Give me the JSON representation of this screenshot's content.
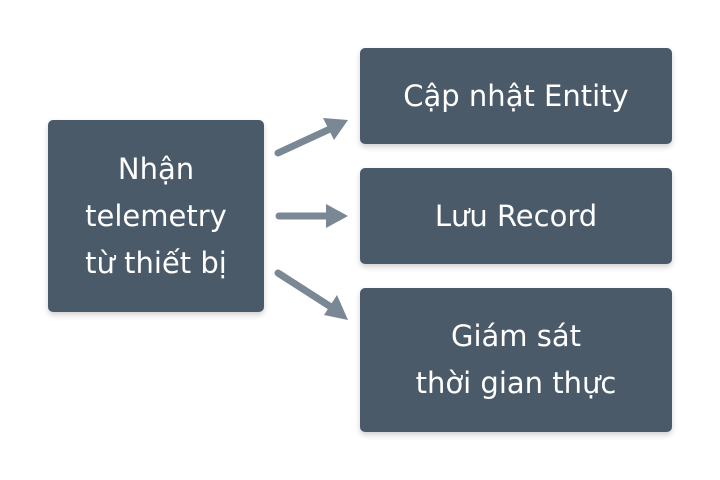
{
  "diagram": {
    "source": {
      "label": "Nhận\ntelemetry\ntừ thiết bị"
    },
    "targets": [
      {
        "label": "Cập nhật Entity"
      },
      {
        "label": "Lưu Record"
      },
      {
        "label": "Giám sát\nthời gian thực"
      }
    ],
    "colors": {
      "node_fill": "#4b5a69",
      "node_text": "#ffffff",
      "arrow": "#7a8795",
      "background": "#ffffff"
    }
  }
}
